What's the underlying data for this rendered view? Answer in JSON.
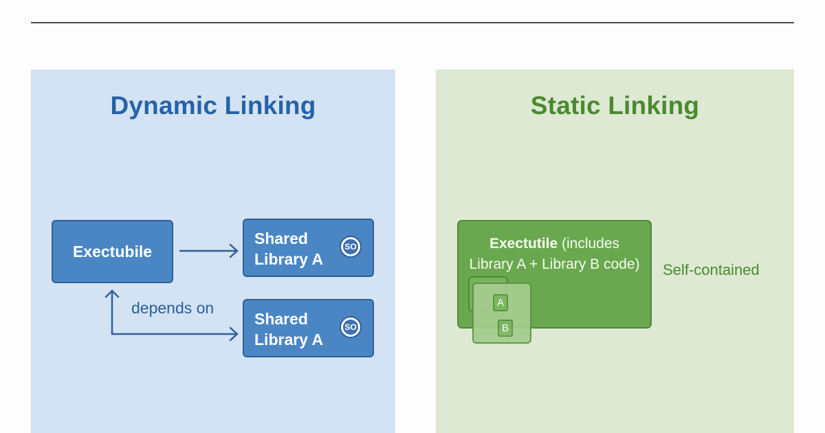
{
  "colors": {
    "rule": "#4a4a4a",
    "dynamic_panel_bg": "#d3e3f3",
    "dynamic_accent": "#2563a8",
    "dynamic_box": "#4a86c4",
    "static_panel_bg": "#dde9d2",
    "static_accent": "#4a8a30",
    "static_box": "#6aa84f"
  },
  "dynamic": {
    "title": "Dynamic Linking",
    "executable_label": "Exectubile",
    "libraries": [
      {
        "line1": "Shared",
        "line2": "Library A",
        "badge": "SO",
        "badge_icon": "shared-object-icon"
      },
      {
        "line1": "Shared",
        "line2": "Library A",
        "badge": "SO",
        "badge_icon": "shared-object-icon"
      }
    ],
    "edge_label": "depends on"
  },
  "static": {
    "title": "Static Linking",
    "executable_bold": "Exectutile",
    "executable_rest_line1": " (includes",
    "executable_line2": "Library A + Library B code)",
    "chips": [
      "A",
      "B"
    ],
    "side_label": "Self-contained"
  }
}
